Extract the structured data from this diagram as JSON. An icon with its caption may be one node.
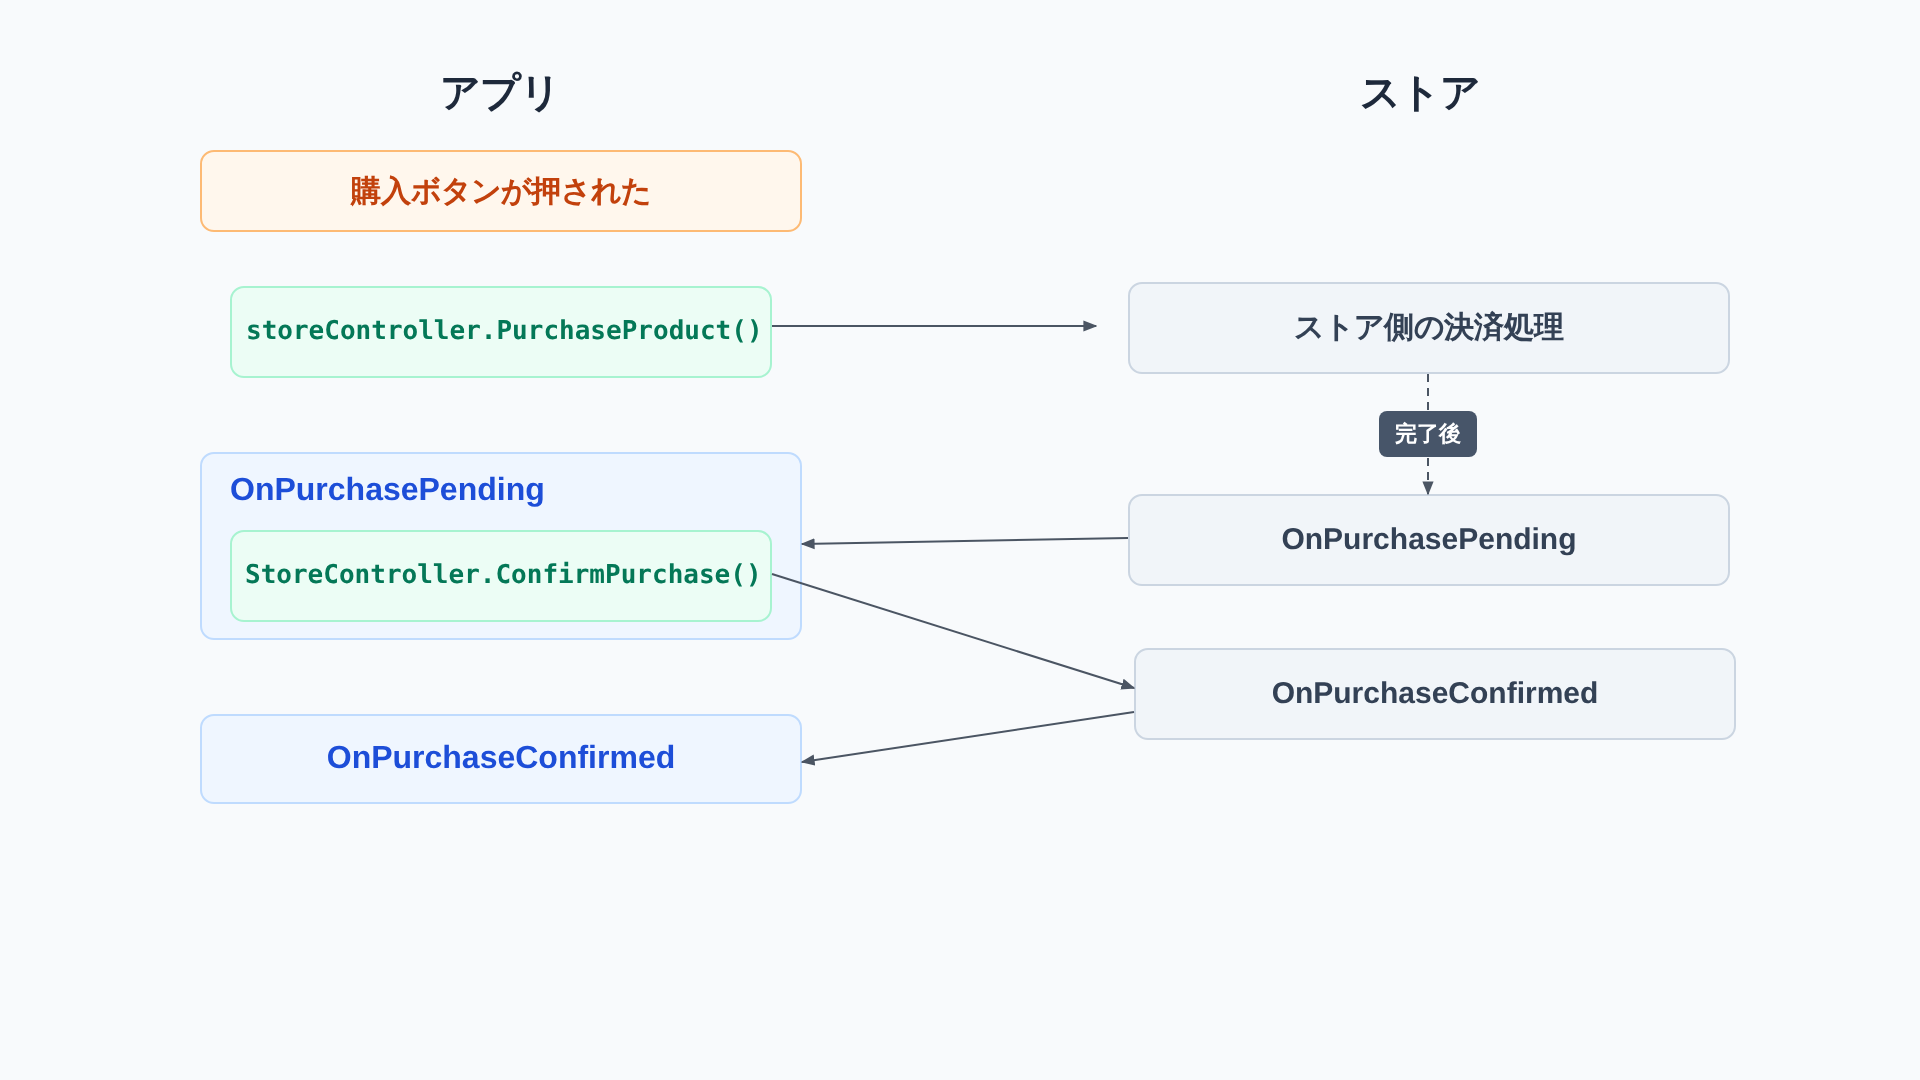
{
  "diagram": {
    "nodes": [
      {
        "text": [
          "購入ボタンが押された"
        ]
      },
      {
        "text": [
          "storeController.PurchaseProduct()"
        ]
      },
      {
        "text": [
          "OnPurchasePending"
        ]
      },
      {
        "text": [
          "StoreController.ConfirmPurchase()"
        ],
        "in": 2
      },
      {
        "text": [
          "OnPurchaseConfirmed"
        ]
      },
      {
        "text": [
          "ストア側の決済処理"
        ]
      },
      {
        "text": [
          "OnPurchasePending"
        ]
      },
      {
        "text": [
          "OnPurchaseConfirmed"
        ]
      }
    ],
    "edges": [
      {
        "from": 1,
        "to": 5,
        "arrow": "to"
      },
      {
        "from": 5,
        "to": 6,
        "arrow": "to",
        "label": "完了後",
        "style": "dashed"
      },
      {
        "from": 6,
        "to": 2,
        "arrow": "to"
      },
      {
        "from": 3,
        "to": 7,
        "arrow": "to"
      },
      {
        "from": 7,
        "to": 4,
        "arrow": "to"
      }
    ],
    "labels": [
      "アプリ",
      "ストア"
    ]
  }
}
